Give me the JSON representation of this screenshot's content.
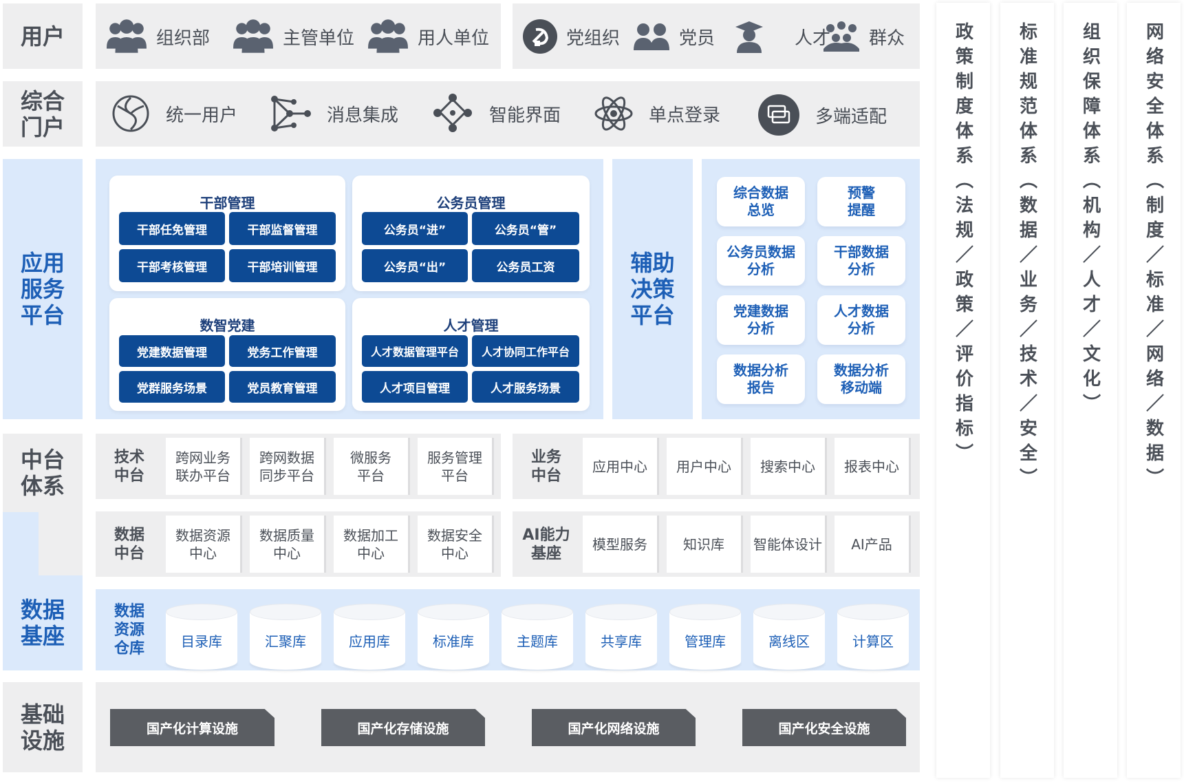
{
  "rows": {
    "user": "用户",
    "portal": "综合\n门户",
    "app": "应用\n服务\n平台",
    "mid": "中台\n体系",
    "data": "数据\n基座",
    "infra": "基础\n设施"
  },
  "users": {
    "group1": [
      "组织部",
      "主管单位",
      "用人单位"
    ],
    "group2": [
      "党组织",
      "党员",
      "人才",
      "群众"
    ]
  },
  "portal": [
    "统一用户",
    "消息集成",
    "智能界面",
    "单点登录",
    "多端适配"
  ],
  "app": {
    "cards": [
      {
        "title": "干部管理",
        "items": [
          "干部任免管理",
          "干部监督管理",
          "干部考核管理",
          "干部培训管理"
        ]
      },
      {
        "title": "公务员管理",
        "items": [
          "公务员“进”",
          "公务员“管”",
          "公务员“出”",
          "公务员工资"
        ]
      },
      {
        "title": "数智党建",
        "items": [
          "党建数据管理",
          "党务工作管理",
          "党群服务场景",
          "党员教育管理"
        ]
      },
      {
        "title": "人才管理",
        "items": [
          "人才数据管理平台",
          "人才协同工作平台",
          "人才项目管理",
          "人才服务场景"
        ]
      }
    ]
  },
  "decision": {
    "label": "辅助\n决策\n平台",
    "items": [
      "综合数据\n总览",
      "预警\n提醒",
      "公务员数据\n分析",
      "干部数据\n分析",
      "党建数据\n分析",
      "人才数据\n分析",
      "数据分析\n报告",
      "数据分析\n移动端"
    ]
  },
  "middle": {
    "tech": {
      "label": "技术\n中台",
      "items": [
        "跨网业务\n联办平台",
        "跨网数据\n同步平台",
        "微服务\n平台",
        "服务管理\n平台"
      ]
    },
    "biz": {
      "label": "业务\n中台",
      "items": [
        "应用中心",
        "用户中心",
        "搜索中心",
        "报表中心"
      ]
    },
    "datac": {
      "label": "数据\n中台",
      "items": [
        "数据资源\n中心",
        "数据质量\n中心",
        "数据加工\n中心",
        "数据安全\n中心"
      ]
    },
    "ai": {
      "label": "AI能力\n基座",
      "items": [
        "模型服务",
        "知识库",
        "智能体设计",
        "AI产品"
      ]
    }
  },
  "warehouse": {
    "label": "数据\n资源\n仓库",
    "items": [
      "目录库",
      "汇聚库",
      "应用库",
      "标准库",
      "主题库",
      "共享库",
      "管理库",
      "离线区",
      "计算区"
    ]
  },
  "infra": [
    "国产化计算设施",
    "国产化存储设施",
    "国产化网络设施",
    "国产化安全设施"
  ],
  "columns": [
    "政策制度体系︵法规／政策／评价指标︶",
    "标准规范体系︵数据／业务／技术／安全︶",
    "组织保障体系︵机构／人才／文化︶",
    "网络安全体系︵制度／标准／网络／数据︶"
  ],
  "colors": {
    "navy": "#0d4a94",
    "blue_text": "#1d5fb6",
    "panel_grey": "#eeeeef",
    "panel_blue": "#dbe9fb",
    "infra_dark": "#5a5d62"
  },
  "icons": [
    "users-group-icon",
    "party-emblem-icon",
    "member-pair-icon",
    "graduate-icon",
    "crowd-icon",
    "circle-swirl-icon",
    "network-nodes-icon",
    "diamond-grid-icon",
    "atom-icon",
    "multi-device-icon",
    "database-cylinder-icon"
  ]
}
